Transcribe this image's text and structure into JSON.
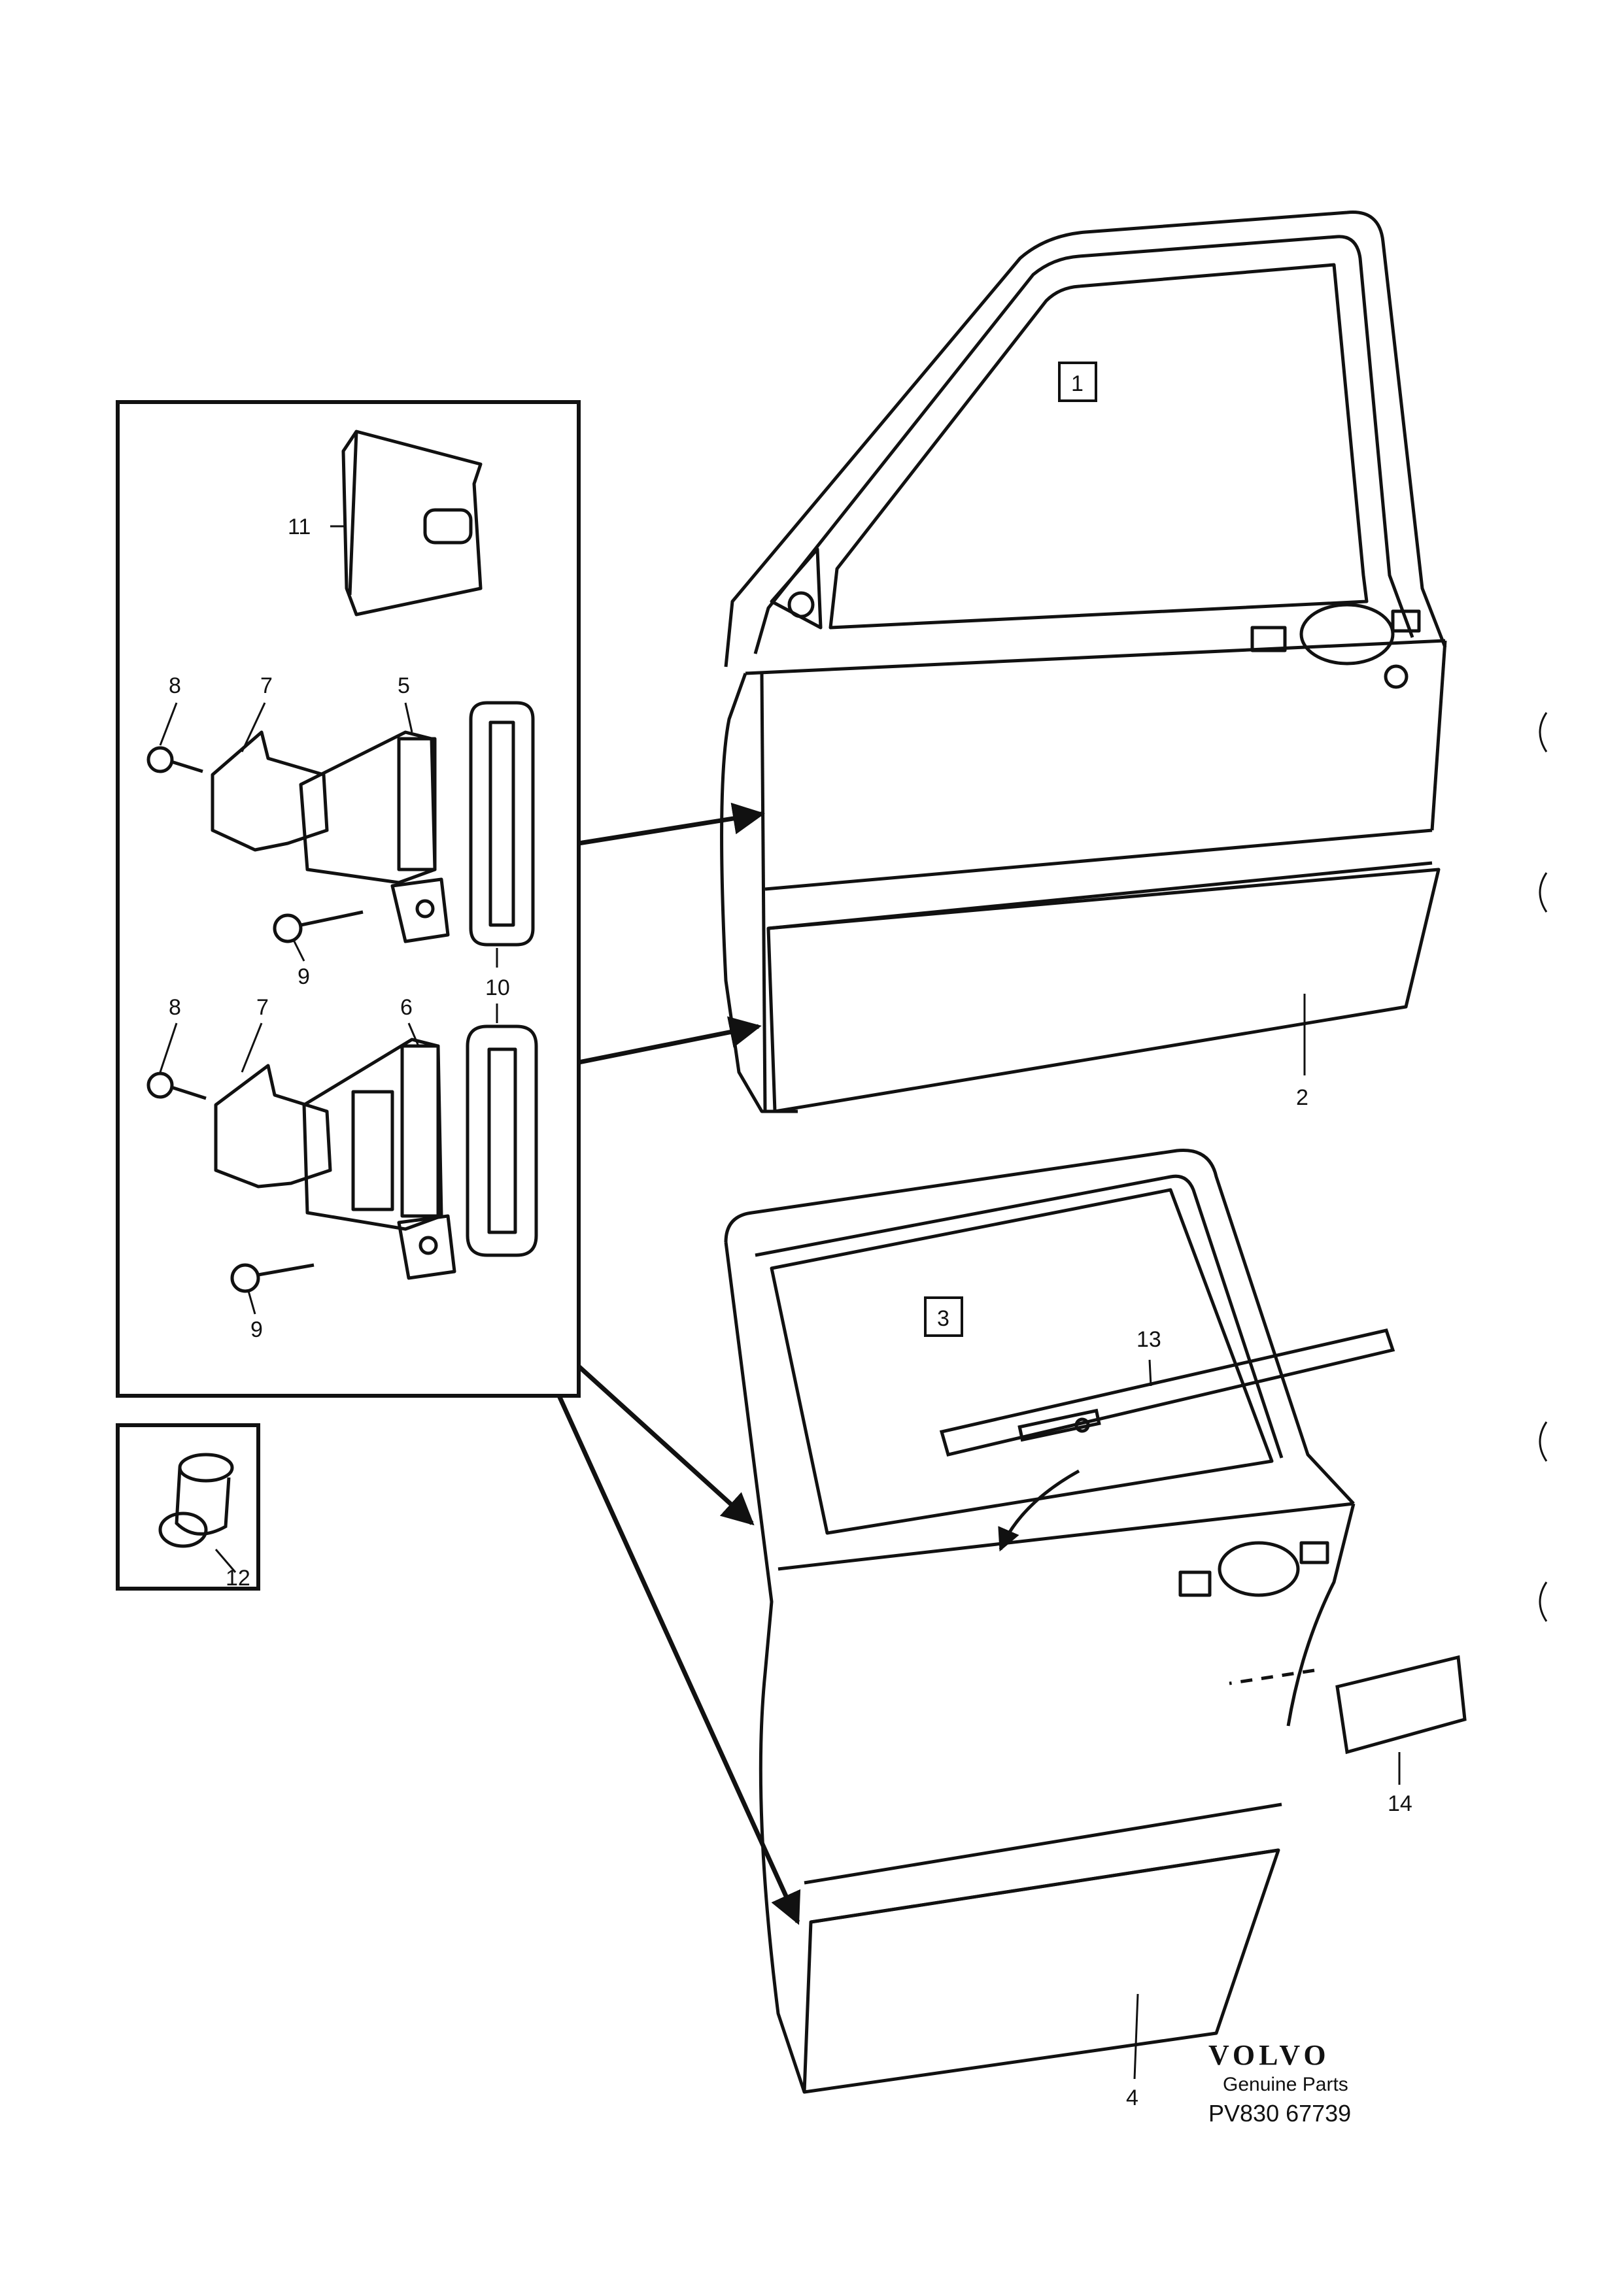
{
  "callouts": {
    "c1": "1",
    "c2": "2",
    "c3": "3",
    "c4": "4",
    "c5": "5",
    "c6": "6",
    "c7a": "7",
    "c7b": "7",
    "c8a": "8",
    "c8b": "8",
    "c9a": "9",
    "c9b": "9",
    "c10": "10",
    "c11": "11",
    "c12": "12",
    "c13": "13",
    "c14": "14"
  },
  "footer": {
    "brand": "VOLVO",
    "subtitle": "Genuine Parts",
    "code": "PV830 67739"
  }
}
